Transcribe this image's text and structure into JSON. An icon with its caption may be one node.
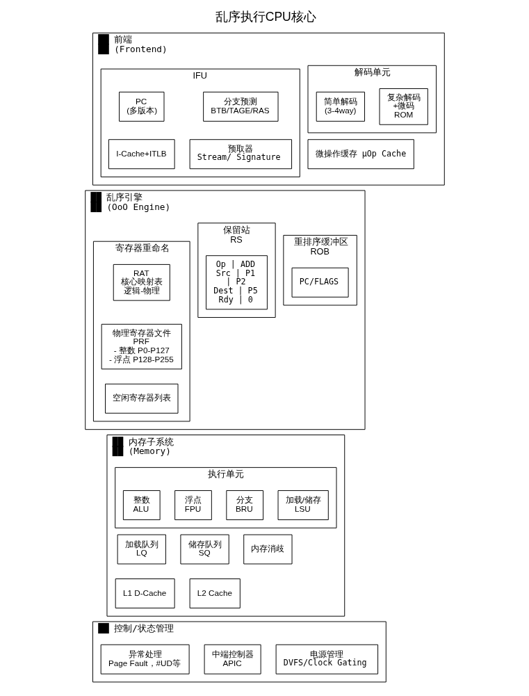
{
  "diagram": {
    "title": "乱序执行CPU核心",
    "nodes": [
      {
        "text": [
          "██ 前端",
          "██ (Frontend)"
        ]
      },
      {
        "text": [
          "IFU"
        ],
        "in": 0
      },
      {
        "text": [
          "PC",
          "(多版本)"
        ],
        "in": 1
      },
      {
        "text": [
          "分支预测",
          "BTB/TAGE/RAS"
        ],
        "in": 1
      },
      {
        "text": [
          "I-Cache+ITLB"
        ],
        "in": 1
      },
      {
        "text": [
          "预取器",
          "Stream/ Signature"
        ],
        "in": 1
      },
      {
        "text": [
          "解码单元"
        ],
        "in": 0
      },
      {
        "text": [
          "简单解码",
          "(3-4way)"
        ],
        "in": 6
      },
      {
        "text": [
          "复杂解码",
          "+微码",
          "ROM"
        ],
        "in": 6
      },
      {
        "text": [
          "微操作缓存 μOp Cache"
        ],
        "in": 0
      },
      {
        "text": [
          "██ 乱序引擎",
          "██ (OoO Engine)"
        ]
      },
      {
        "text": [
          "寄存器重命名"
        ],
        "in": 10
      },
      {
        "text": [
          "RAT",
          "核心映射表",
          "逻辑-物理"
        ],
        "in": 11
      },
      {
        "text": [
          "物理寄存器文件",
          "PRF",
          "- 整数 P0-P127",
          "- 浮点 P128-P255"
        ],
        "in": 11
      },
      {
        "text": [
          "空闲寄存器列表"
        ],
        "in": 11
      },
      {
        "text": [
          "保留站",
          "RS"
        ],
        "in": 10
      },
      {
        "text": [
          "Op | ADD",
          "Src | P1",
          "| P2",
          "Dest | P5",
          "Rdy | 0"
        ],
        "in": 15
      },
      {
        "text": [
          "重排序缓冲区",
          "ROB"
        ],
        "in": 10
      },
      {
        "text": [
          "PC/FLAGS"
        ],
        "in": 17
      },
      {
        "text": [
          "██ 内存子系统",
          "██ (Memory)"
        ]
      },
      {
        "text": [
          "执行单元"
        ],
        "in": 19
      },
      {
        "text": [
          "整数",
          "ALU"
        ],
        "in": 20
      },
      {
        "text": [
          "浮点",
          "FPU"
        ],
        "in": 20
      },
      {
        "text": [
          "分支",
          "BRU"
        ],
        "in": 20
      },
      {
        "text": [
          "加载/储存",
          "LSU"
        ],
        "in": 20
      },
      {
        "text": [
          "加载队列",
          "LQ"
        ],
        "in": 19
      },
      {
        "text": [
          "储存队列",
          "SQ"
        ],
        "in": 19
      },
      {
        "text": [
          "内存消歧"
        ],
        "in": 19
      },
      {
        "text": [
          "L1 D-Cache"
        ],
        "in": 19
      },
      {
        "text": [
          "L2 Cache"
        ],
        "in": 19
      },
      {
        "text": [
          "██ 控制/状态管理"
        ]
      },
      {
        "text": [
          "异常处理",
          "Page Fault，#UD等"
        ],
        "in": 30
      },
      {
        "text": [
          "中端控制器",
          "APIC"
        ],
        "in": 30
      },
      {
        "text": [
          "电源管理",
          "DVFS/Clock Gating"
        ],
        "in": 30
      }
    ]
  }
}
